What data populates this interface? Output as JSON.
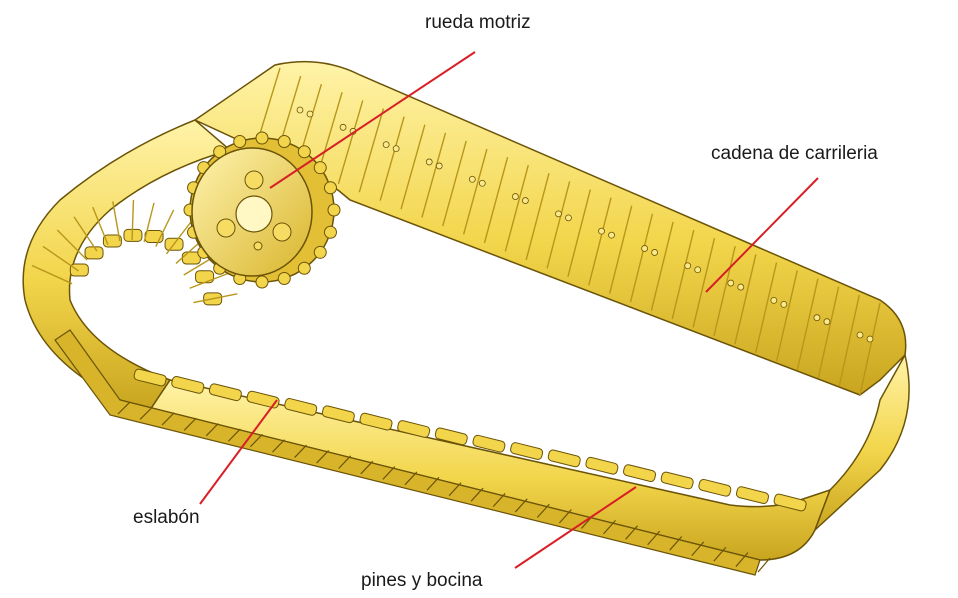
{
  "labels": {
    "drive_wheel": "rueda motriz",
    "track_chain": "cadena de carrileria",
    "link": "eslabón",
    "pins_bushing": "pines y bocina"
  },
  "colors": {
    "track_fill": "#f2d54a",
    "track_light": "#fbe98a",
    "track_shadow": "#b8961a",
    "outline": "#6b5408",
    "leader": "#d81f26"
  }
}
